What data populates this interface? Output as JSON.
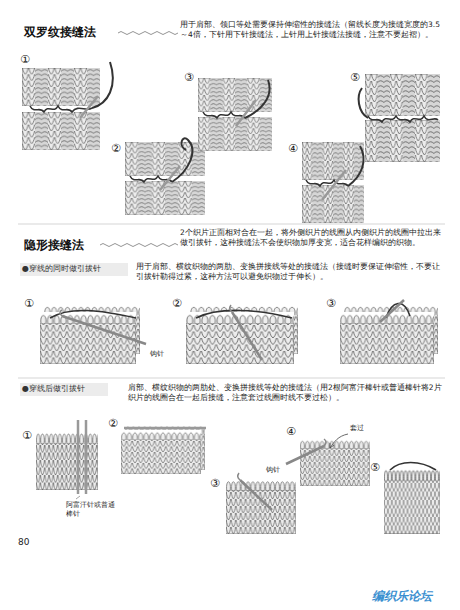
{
  "diagram": {
    "labels": [
      "双罗纹接缝法",
      "用于肩部、领口等处需要保持伸缩性的接缝法（留线长度为接缝宽度的3.5～4倍，下针用下针接缝法，上针用上针接缝法接缝，注意不要起褶）。",
      "①",
      "②",
      "③",
      "④",
      "⑤",
      "隐形接缝法",
      "2个织片正面相对合在一起，将外侧织片的线圈从内侧织片的线圈中拉出来做引拔针，这种接缝法不会使织物加厚变宽，适合花样编织的织物。",
      "●穿线的同时做引拔针",
      "用于肩部、横纹织物的两肋、变换拼接线等处的接缝法（接缝时要保证伸缩性，不要让引拔针勒得过紧，这种方法可以避免织物过于伸长）。",
      "①",
      "②",
      "③",
      "钩针",
      "●穿线后做引拔针",
      "肩部、横纹织物的两肋处、变换拼接线等处的接缝法（用2根阿富汗棒针或普通棒针将2片织片的线圈合在一起后接缝，注意套过线圈时线不要过松）。",
      "①",
      "②",
      "③",
      "④",
      "⑤",
      "阿富汗针或普通棒针",
      "钩针",
      "套过",
      "80",
      "编织乐论坛"
    ]
  }
}
